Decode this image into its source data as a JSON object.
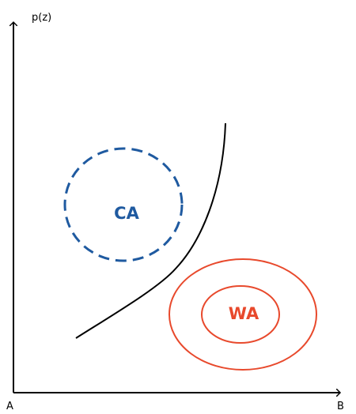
{
  "axes": {
    "y_label": "p(z)",
    "origin_label": "A",
    "x_end_label": "B"
  },
  "regions": {
    "ca": {
      "label": "CA",
      "color": "#1f5aa0",
      "style": "dashed"
    },
    "wa": {
      "label": "WA",
      "color": "#e8492c",
      "style": "solid"
    }
  },
  "boundary": {
    "color": "#000000"
  }
}
